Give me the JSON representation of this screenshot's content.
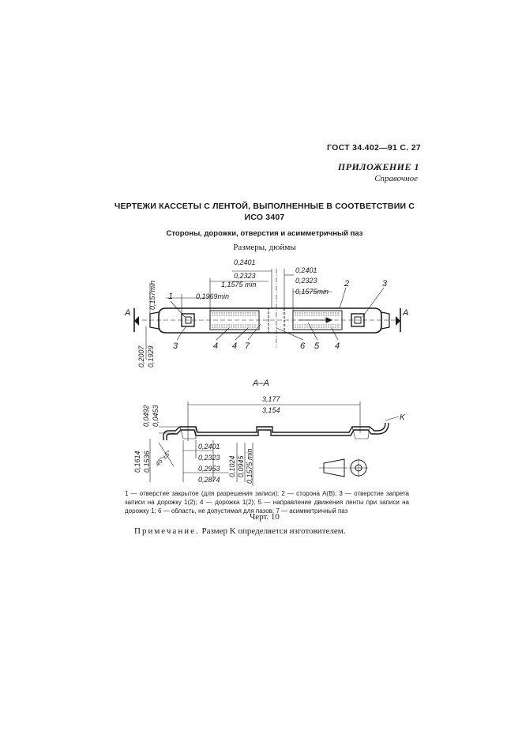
{
  "header": {
    "standard": "ГОСТ 34.402—91 С. 27"
  },
  "appendix": {
    "title": "ПРИЛОЖЕНИЕ 1",
    "subtitle": "Справочное"
  },
  "heading": {
    "line1": "ЧЕРТЕЖИ КАССЕТЫ С ЛЕНТОЙ, ВЫПОЛНЕННЫЕ В СООТВЕТСТВИИ С",
    "line2": "ИСО 3407",
    "subtitle": "Стороны, дорожки, отверстия и асимметричный паз",
    "units": "Размеры, дюймы"
  },
  "top_view": {
    "dims": {
      "d1_top": "0,2401",
      "d1_bot": "0,2323",
      "d2": "1,1575 min",
      "d3_top": "0,2401",
      "d3_bot": "0,2323",
      "d4": "0,1575min",
      "d5": "0,1969min",
      "d6": "0,157min",
      "d7": "0,2007",
      "d8": "0,1929"
    },
    "callouts": [
      "1",
      "2",
      "3",
      "3",
      "4",
      "4",
      "7",
      "6",
      "5",
      "4"
    ],
    "section_mark": "A"
  },
  "section": {
    "title": "A–A",
    "dims": {
      "width_top": "3,177",
      "width_bot": "3,154",
      "k": "K",
      "v1": "0,0492",
      "v2": "0,0453",
      "v3": "0,1614",
      "v4": "0,1536",
      "angle": "45°±5°",
      "h1_top": "0,2401",
      "h1_bot": "0,2323",
      "h2_top": "0,2953",
      "h2_bot": "0,2874",
      "v5": "0,1024",
      "v6": "0,0945",
      "v7": "0,1575 min"
    }
  },
  "caption": "1 — отверстие закрытое (для разрешения записи); 2 — сторона A(B); 3 — отверстие запрета записи на дорожку 1(2); 4 — дорожка 1(2); 5 — направление движения ленты при записи на дорожку 1; 6 — область, не допустимая для пазов; 7 — асимметричный паз",
  "figure_label": "Черт. 10",
  "note": {
    "label": "Примечание.",
    "text": " Размер K определяется изготовителем."
  }
}
